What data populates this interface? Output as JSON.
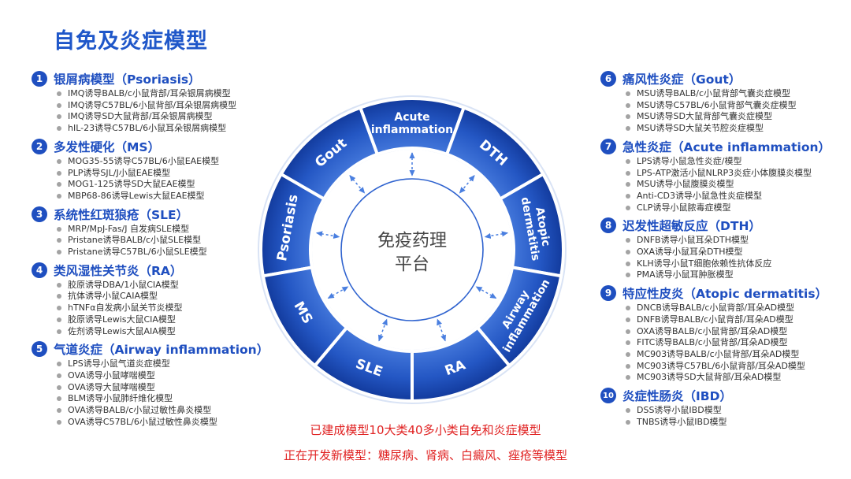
{
  "title": "自免及炎症模型",
  "left_groups": [
    {
      "num": "1",
      "title": "银屑病模型（Psoriasis）",
      "items": [
        "IMQ诱导BALB/c小鼠背部/耳朵银屑病模型",
        "IMQ诱导C57BL/6小鼠背部/耳朵银屑病模型",
        "IMQ诱导SD大鼠背部/耳朵银屑病模型",
        "hIL-23诱导C57BL/6小鼠耳朵银屑病模型"
      ]
    },
    {
      "num": "2",
      "title": "多发性硬化（MS）",
      "items": [
        "MOG35-55诱导C57BL/6小鼠EAE模型",
        "PLP诱导SJL/J小鼠EAE模型",
        "MOG1-125诱导SD大鼠EAE模型",
        "MBP68-86诱导Lewis大鼠EAE模型"
      ]
    },
    {
      "num": "3",
      "title": "系统性红斑狼疮（SLE）",
      "items": [
        "MRP/MpJ-Fas/J 自发病SLE模型",
        "Pristane诱导BALB/c小鼠SLE模型",
        "Pristane诱导C57BL/6小鼠SLE模型"
      ]
    },
    {
      "num": "4",
      "title": "类风湿性关节炎（RA）",
      "items": [
        "胶原诱导DBA/1小鼠CIA模型",
        "抗体诱导小鼠CAIA模型",
        "hTNFα自发病小鼠关节炎模型",
        "胶原诱导Lewis大鼠CIA模型",
        "佐剂诱导Lewis大鼠AIA模型"
      ]
    },
    {
      "num": "5",
      "title": "气道炎症（Airway inflammation）",
      "items": [
        "LPS诱导小鼠气道炎症模型",
        "OVA诱导小鼠哮喘模型",
        "OVA诱导大鼠哮喘模型",
        "BLM诱导小鼠肺纤维化模型",
        "OVA诱导BALB/c小鼠过敏性鼻炎模型",
        "OVA诱导C57BL/6小鼠过敏性鼻炎模型"
      ]
    }
  ],
  "right_groups": [
    {
      "num": "6",
      "title": "痛风性炎症（Gout）",
      "items": [
        "MSU诱导BALB/c小鼠背部气囊炎症模型",
        "MSU诱导C57BL/6小鼠背部气囊炎症模型",
        "MSU诱导SD大鼠背部气囊炎症模型",
        "MSU诱导SD大鼠关节腔炎症模型"
      ]
    },
    {
      "num": "7",
      "title": "急性炎症（Acute inflammation）",
      "items": [
        "LPS诱导小鼠急性炎症/模型",
        "LPS-ATP激活小鼠NLRP3炎症小体腹膜炎模型",
        "MSU诱导小鼠腹膜炎模型",
        "Anti-CD3诱导小鼠急性炎症模型",
        "CLP诱导小鼠脓毒症模型"
      ]
    },
    {
      "num": "8",
      "title": "迟发性超敏反应（DTH）",
      "items": [
        "DNFB诱导小鼠耳朵DTH模型",
        "OXA诱导小鼠耳朵DTH模型",
        "KLH诱导小鼠T细胞依赖性抗体反应",
        "PMA诱导小鼠耳肿胀模型"
      ]
    },
    {
      "num": "9",
      "title": "特应性皮炎（Atopic dermatitis）",
      "items": [
        "DNCB诱导BALB/c小鼠背部/耳朵AD模型",
        "DNFB诱导BALB/c小鼠背部/耳朵AD模型",
        "OXA诱导BALB/c小鼠背部/耳朵AD模型",
        "FITC诱导BALB/c小鼠背部/耳朵AD模型",
        "MC903诱导BALB/c小鼠背部/耳朵AD模型",
        "MC903诱导C57BL/6小鼠背部/耳朵AD模型",
        "MC903诱导SD大鼠背部/耳朵AD模型"
      ]
    },
    {
      "num": "10",
      "title": "炎症性肠炎（IBD）",
      "items": [
        "DSS诱导小鼠IBD模型",
        "TNBS诱导小鼠IBD模型"
      ]
    }
  ],
  "wheel": {
    "center_line1": "免疫药理",
    "center_line2": "平台",
    "segments": [
      {
        "lines": [
          "Psoriasis"
        ]
      },
      {
        "lines": [
          "Gout"
        ]
      },
      {
        "lines": [
          "Acute",
          "inflammation"
        ]
      },
      {
        "lines": [
          "DTH"
        ]
      },
      {
        "lines": [
          "Atopic",
          "dermatitis"
        ]
      },
      {
        "lines": [
          "Airway",
          "inflammation"
        ]
      },
      {
        "lines": [
          "RA"
        ]
      },
      {
        "lines": [
          "SLE"
        ]
      },
      {
        "lines": [
          "MS"
        ]
      }
    ]
  },
  "footer": {
    "line1": "已建成模型10大类40多小类自免和炎症模型",
    "line2": "正在开发新模型：糖尿病、肾病、白癜风、痤疮等模型"
  },
  "colors": {
    "accent": "#1f4fc0",
    "title": "#1f57c9",
    "footer": "#e02222"
  }
}
